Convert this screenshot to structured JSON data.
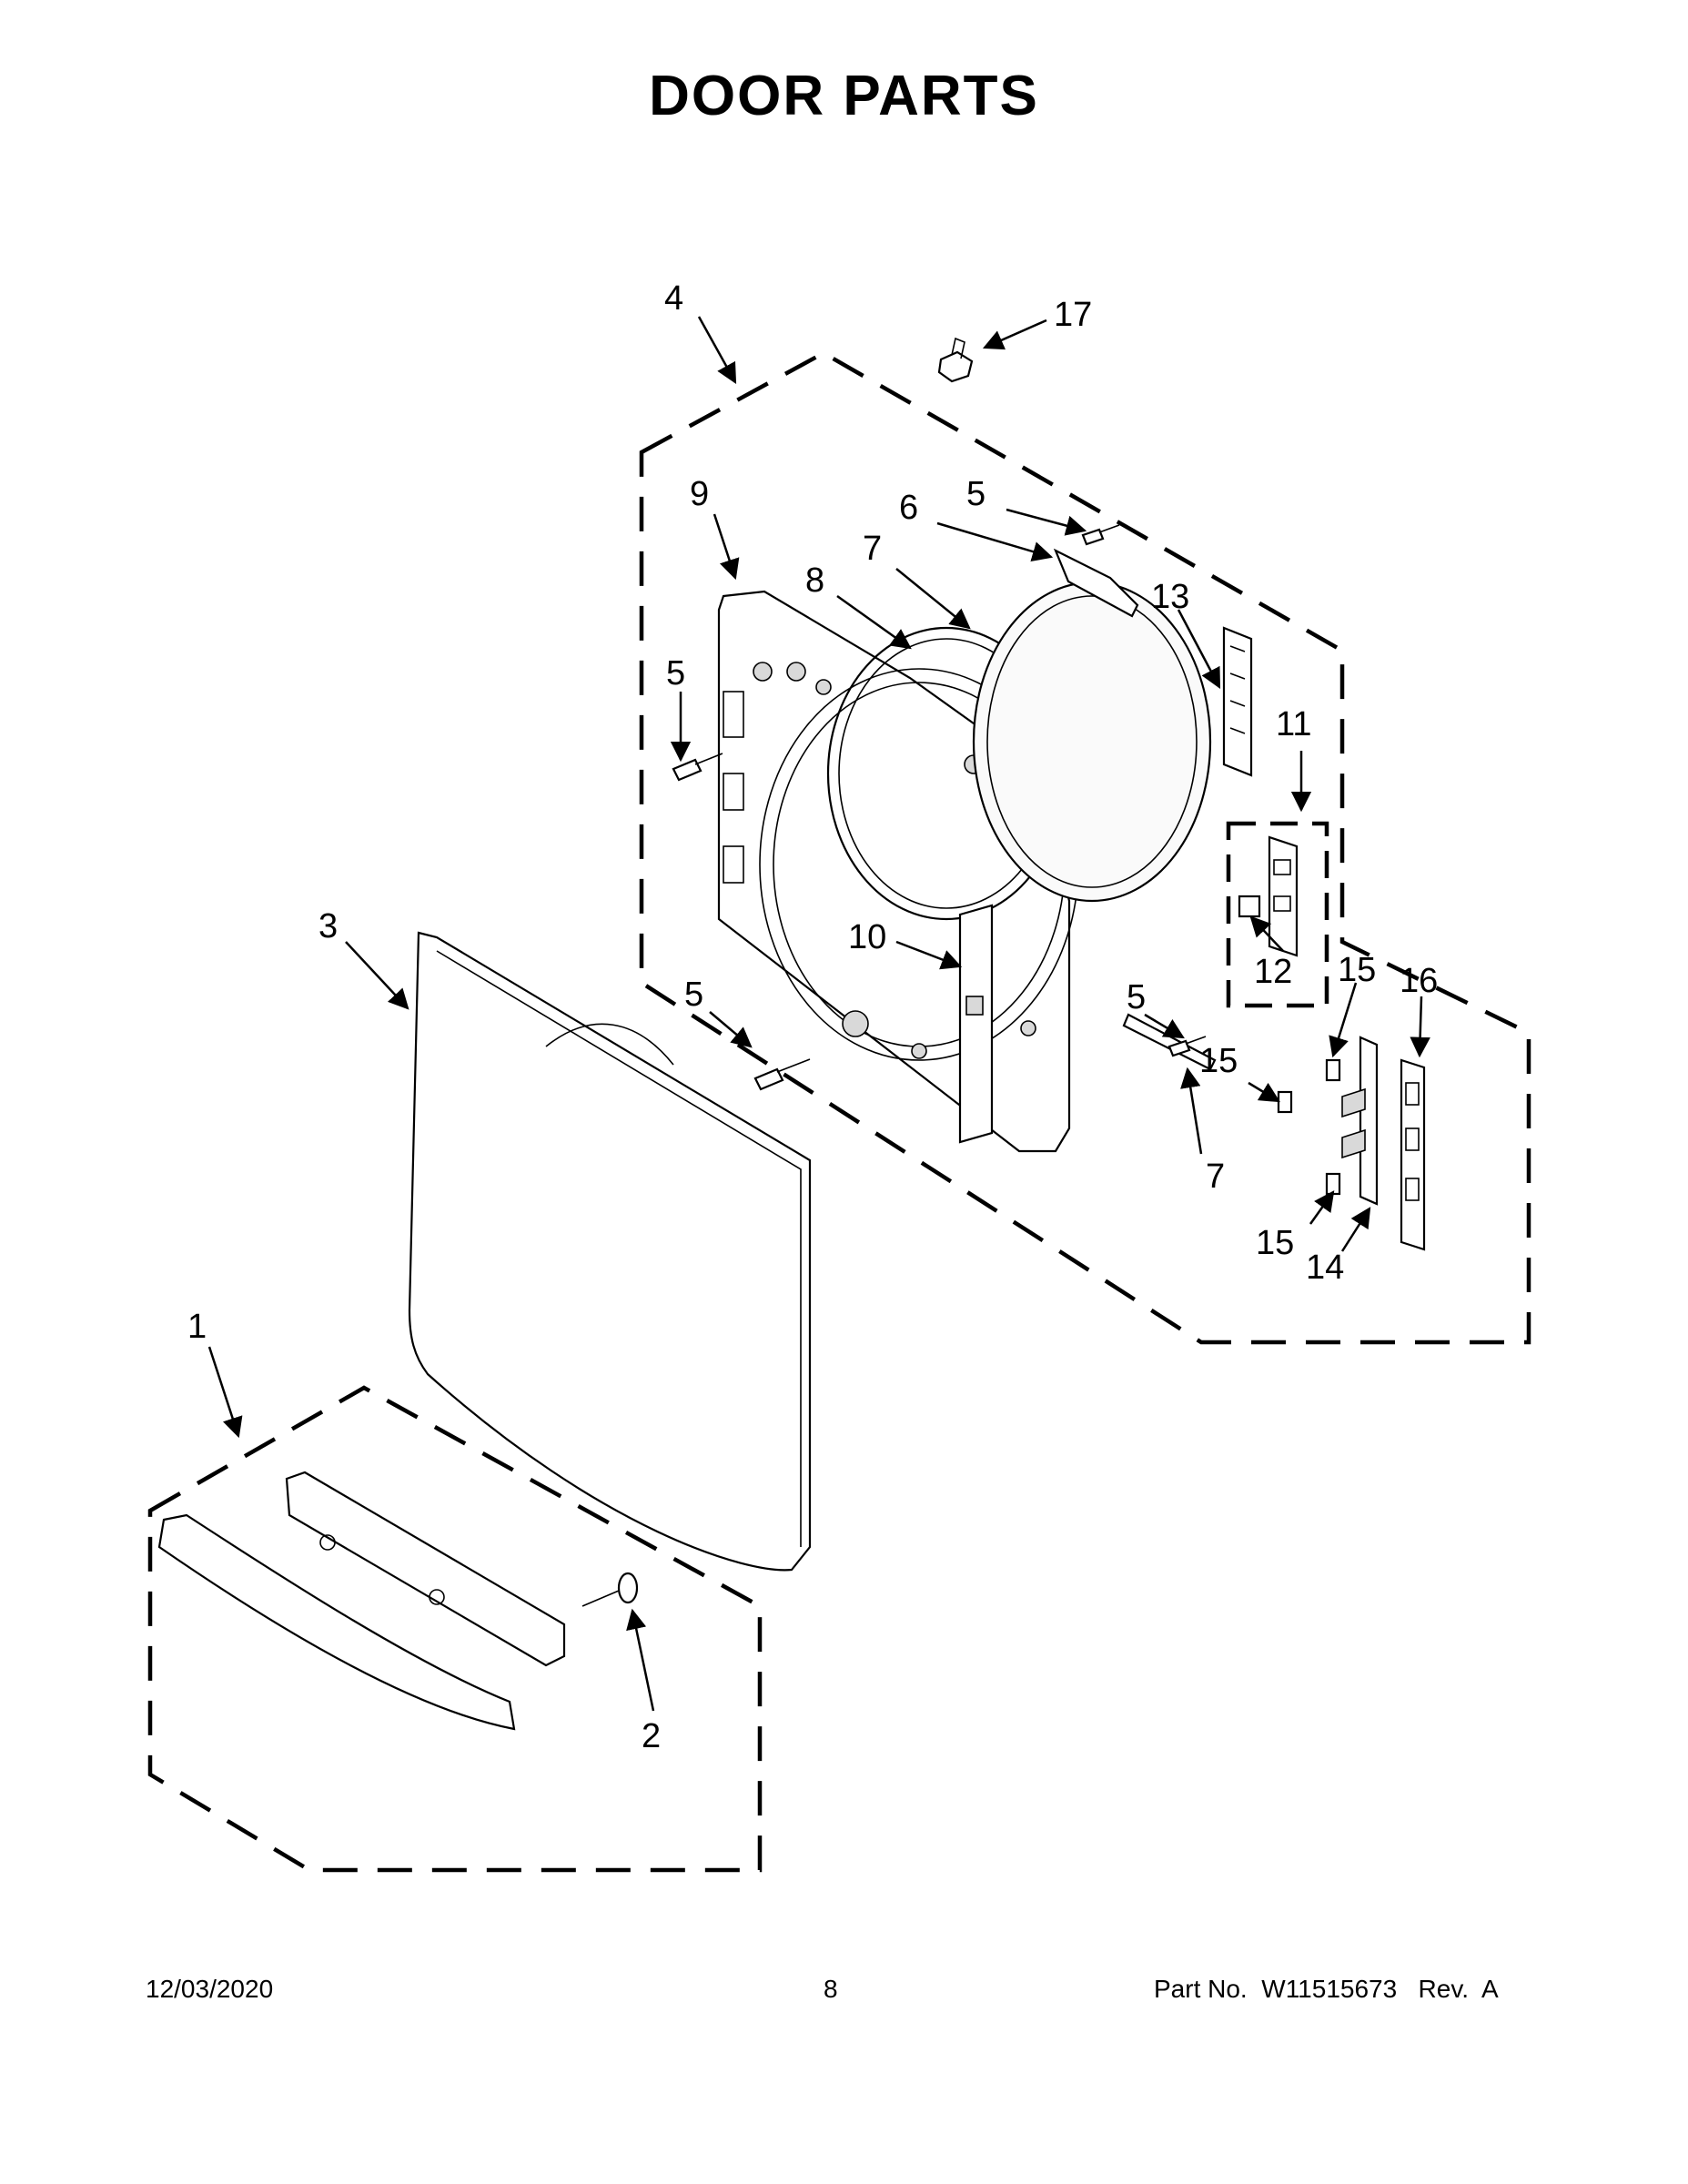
{
  "title": "DOOR PARTS",
  "callouts": {
    "c1": "1",
    "c2": "2",
    "c3": "3",
    "c4": "4",
    "c5a": "5",
    "c5b": "5",
    "c5c": "5",
    "c5d": "5",
    "c6": "6",
    "c7a": "7",
    "c7b": "7",
    "c8": "8",
    "c9": "9",
    "c10": "10",
    "c11": "11",
    "c12": "12",
    "c13": "13",
    "c14": "14",
    "c15a": "15",
    "c15b": "15",
    "c15c": "15",
    "c16": "16",
    "c17": "17"
  },
  "footer": {
    "date": "12/03/2020",
    "page": "8",
    "part_no": "Part No.  W11515673   Rev.  A"
  }
}
